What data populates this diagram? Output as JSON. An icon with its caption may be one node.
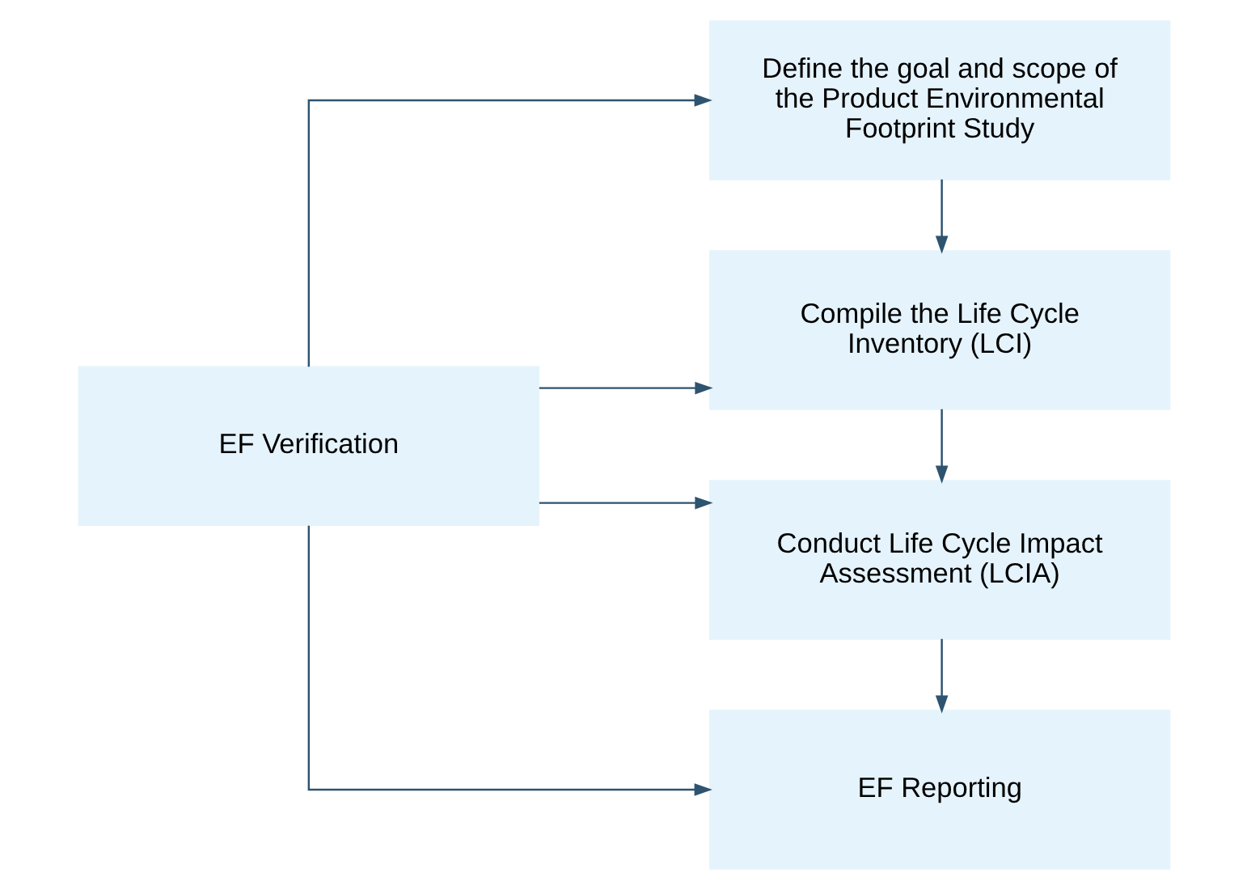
{
  "diagram": {
    "nodes": [
      {
        "text": [
          "EF Verification"
        ]
      },
      {
        "text": [
          "Define the goal and scope of the Product Environmental Footprint Study"
        ]
      },
      {
        "text": [
          "Compile the Life Cycle Inventory (LCI)"
        ]
      },
      {
        "text": [
          "Conduct Life Cycle Impact Assessment (LCIA)"
        ]
      },
      {
        "text": [
          "EF Reporting"
        ]
      }
    ],
    "edges": [
      {
        "from": 0,
        "to": 1,
        "arrow": "to"
      },
      {
        "from": 0,
        "to": 2,
        "arrow": "to"
      },
      {
        "from": 0,
        "to": 3,
        "arrow": "to"
      },
      {
        "from": 0,
        "to": 4,
        "arrow": "to"
      },
      {
        "from": 1,
        "to": 2,
        "arrow": "to"
      },
      {
        "from": 2,
        "to": 3,
        "arrow": "to"
      },
      {
        "from": 3,
        "to": 4,
        "arrow": "to"
      }
    ]
  }
}
